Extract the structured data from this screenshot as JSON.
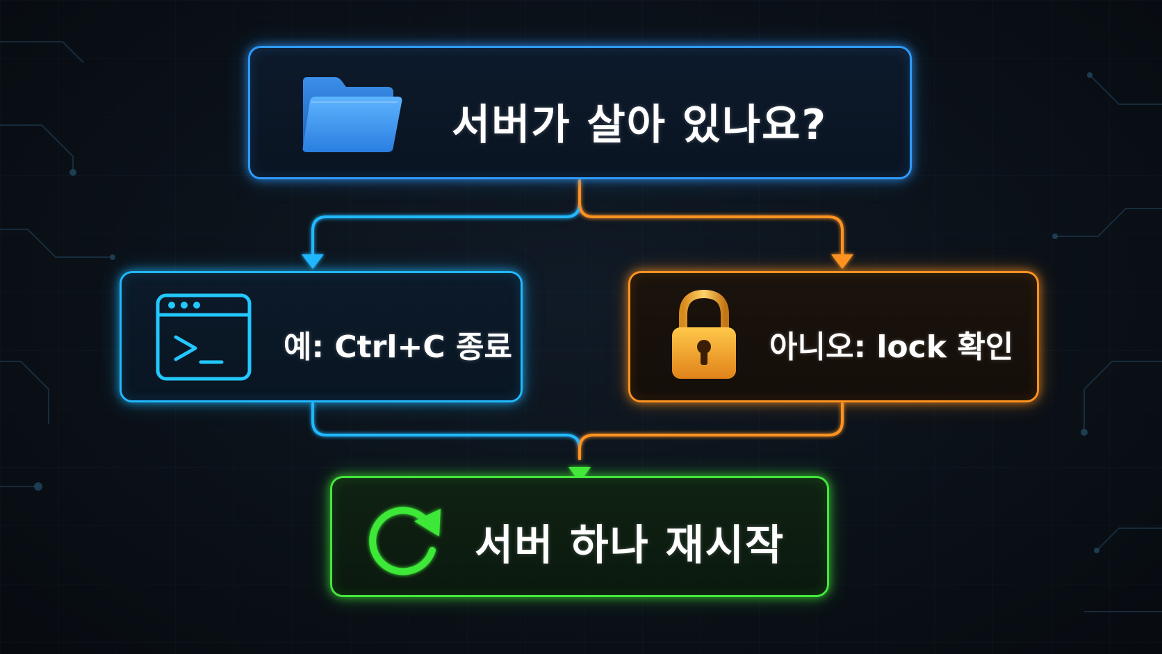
{
  "nodes": {
    "question": {
      "label": "서버가 살아 있나요?",
      "icon": "folder-icon",
      "color": "#2f9bff"
    },
    "yes": {
      "label": "예: Ctrl+C 종료",
      "icon": "terminal-icon",
      "color": "#22b8ff"
    },
    "no": {
      "label": "아니오: lock 확인",
      "icon": "lock-icon",
      "color": "#ff9320"
    },
    "restart": {
      "label": "서버 하나 재시작",
      "icon": "refresh-icon",
      "color": "#43e83a"
    }
  },
  "edges": [
    {
      "from": "question",
      "to": "yes",
      "color": "#22b8ff"
    },
    {
      "from": "question",
      "to": "no",
      "color": "#ff9320"
    },
    {
      "from": "yes",
      "to": "restart",
      "color": "#22b8ff"
    },
    {
      "from": "no",
      "to": "restart",
      "color": "#ff9320"
    }
  ]
}
